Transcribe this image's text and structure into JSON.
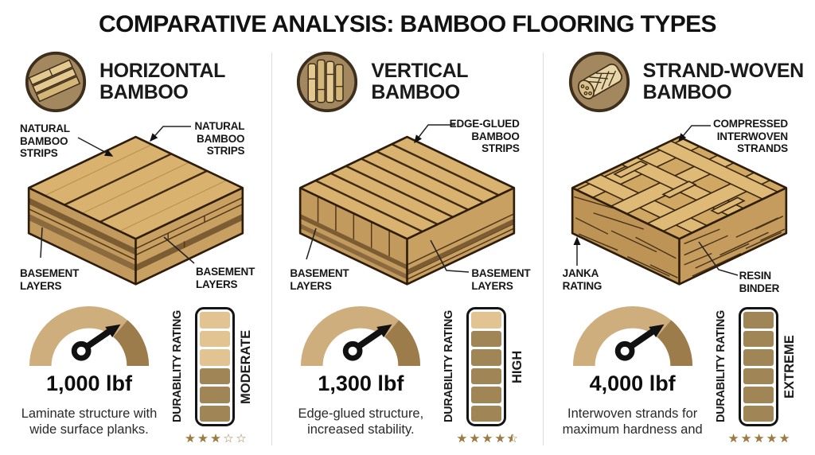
{
  "title": "COMPARATIVE ANALYSIS: BAMBOO FLOORING TYPES",
  "columns": [
    {
      "id": "horizontal-bamboo",
      "name": "HORIZONTAL\nBAMBOO",
      "icon": "horizontal-bamboo-planks-icon",
      "callouts": {
        "top_left": "NATURAL\nBAMBOO\nSTRIPS",
        "top_right": "NATURAL\nBAMBOO\nSTRIPS",
        "bottom_left": "BASEMENT\nLAYERS",
        "bottom_right": "BASEMENT\nLAYERS"
      },
      "hardness": "1,000 lbf",
      "description": "Laminate structure with\nwide surface planks.",
      "durability": {
        "axis_label": "DURABILITY RATING",
        "level": "MODERATE",
        "segments_total": 6,
        "segments_filled": 3,
        "stars": 3
      }
    },
    {
      "id": "vertical-bamboo",
      "name": "VERTICAL\nBAMBOO",
      "icon": "vertical-bamboo-poles-icon",
      "callouts": {
        "top_right": "EDGE-GLUED\nBAMBOO\nSTRIPS",
        "bottom_left": "BASEMENT\nLAYERS",
        "bottom_right": "BASEMENT\nLAYERS"
      },
      "hardness": "1,300 lbf",
      "description": "Edge-glued structure,\nincreased stability.",
      "durability": {
        "axis_label": "DURABILITY RATING",
        "level": "HIGH",
        "segments_total": 6,
        "segments_filled": 5,
        "stars": 4.5
      }
    },
    {
      "id": "strand-woven-bamboo",
      "name": "STRAND-WOVEN\nBAMBOO",
      "icon": "strand-woven-log-icon",
      "callouts": {
        "top_right": "COMPRESSED\nINTERWOVEN\nSTRANDS",
        "bottom_left": "JANKA\nRATING",
        "bottom_right": "RESIN\nBINDER"
      },
      "hardness": "4,000 lbf",
      "description": "Interwoven strands for\nmaximum hardness and",
      "durability": {
        "axis_label": "DURABILITY RATING",
        "level": "EXTREME",
        "segments_total": 6,
        "segments_filled": 6,
        "stars": 5
      }
    }
  ],
  "colors": {
    "text": "#1a1a1a",
    "wood_top": "#d9b270",
    "wood_left": "#c39a5d",
    "wood_right": "#c8a062",
    "band_dark": "#7c5c33",
    "band_mid": "#8a6a3e",
    "outline": "#2e1d0b",
    "gauge_light": "#cfae7d",
    "gauge_dark": "#9c7c4a",
    "segment_light": "#e2c392",
    "segment_dark": "#a08557",
    "star": "#9c7c42",
    "icon_bg": "#a3875f",
    "icon_ring": "#3e2f1c",
    "icon_wood": "#e3c88f",
    "divider": "#dcdcdc"
  }
}
